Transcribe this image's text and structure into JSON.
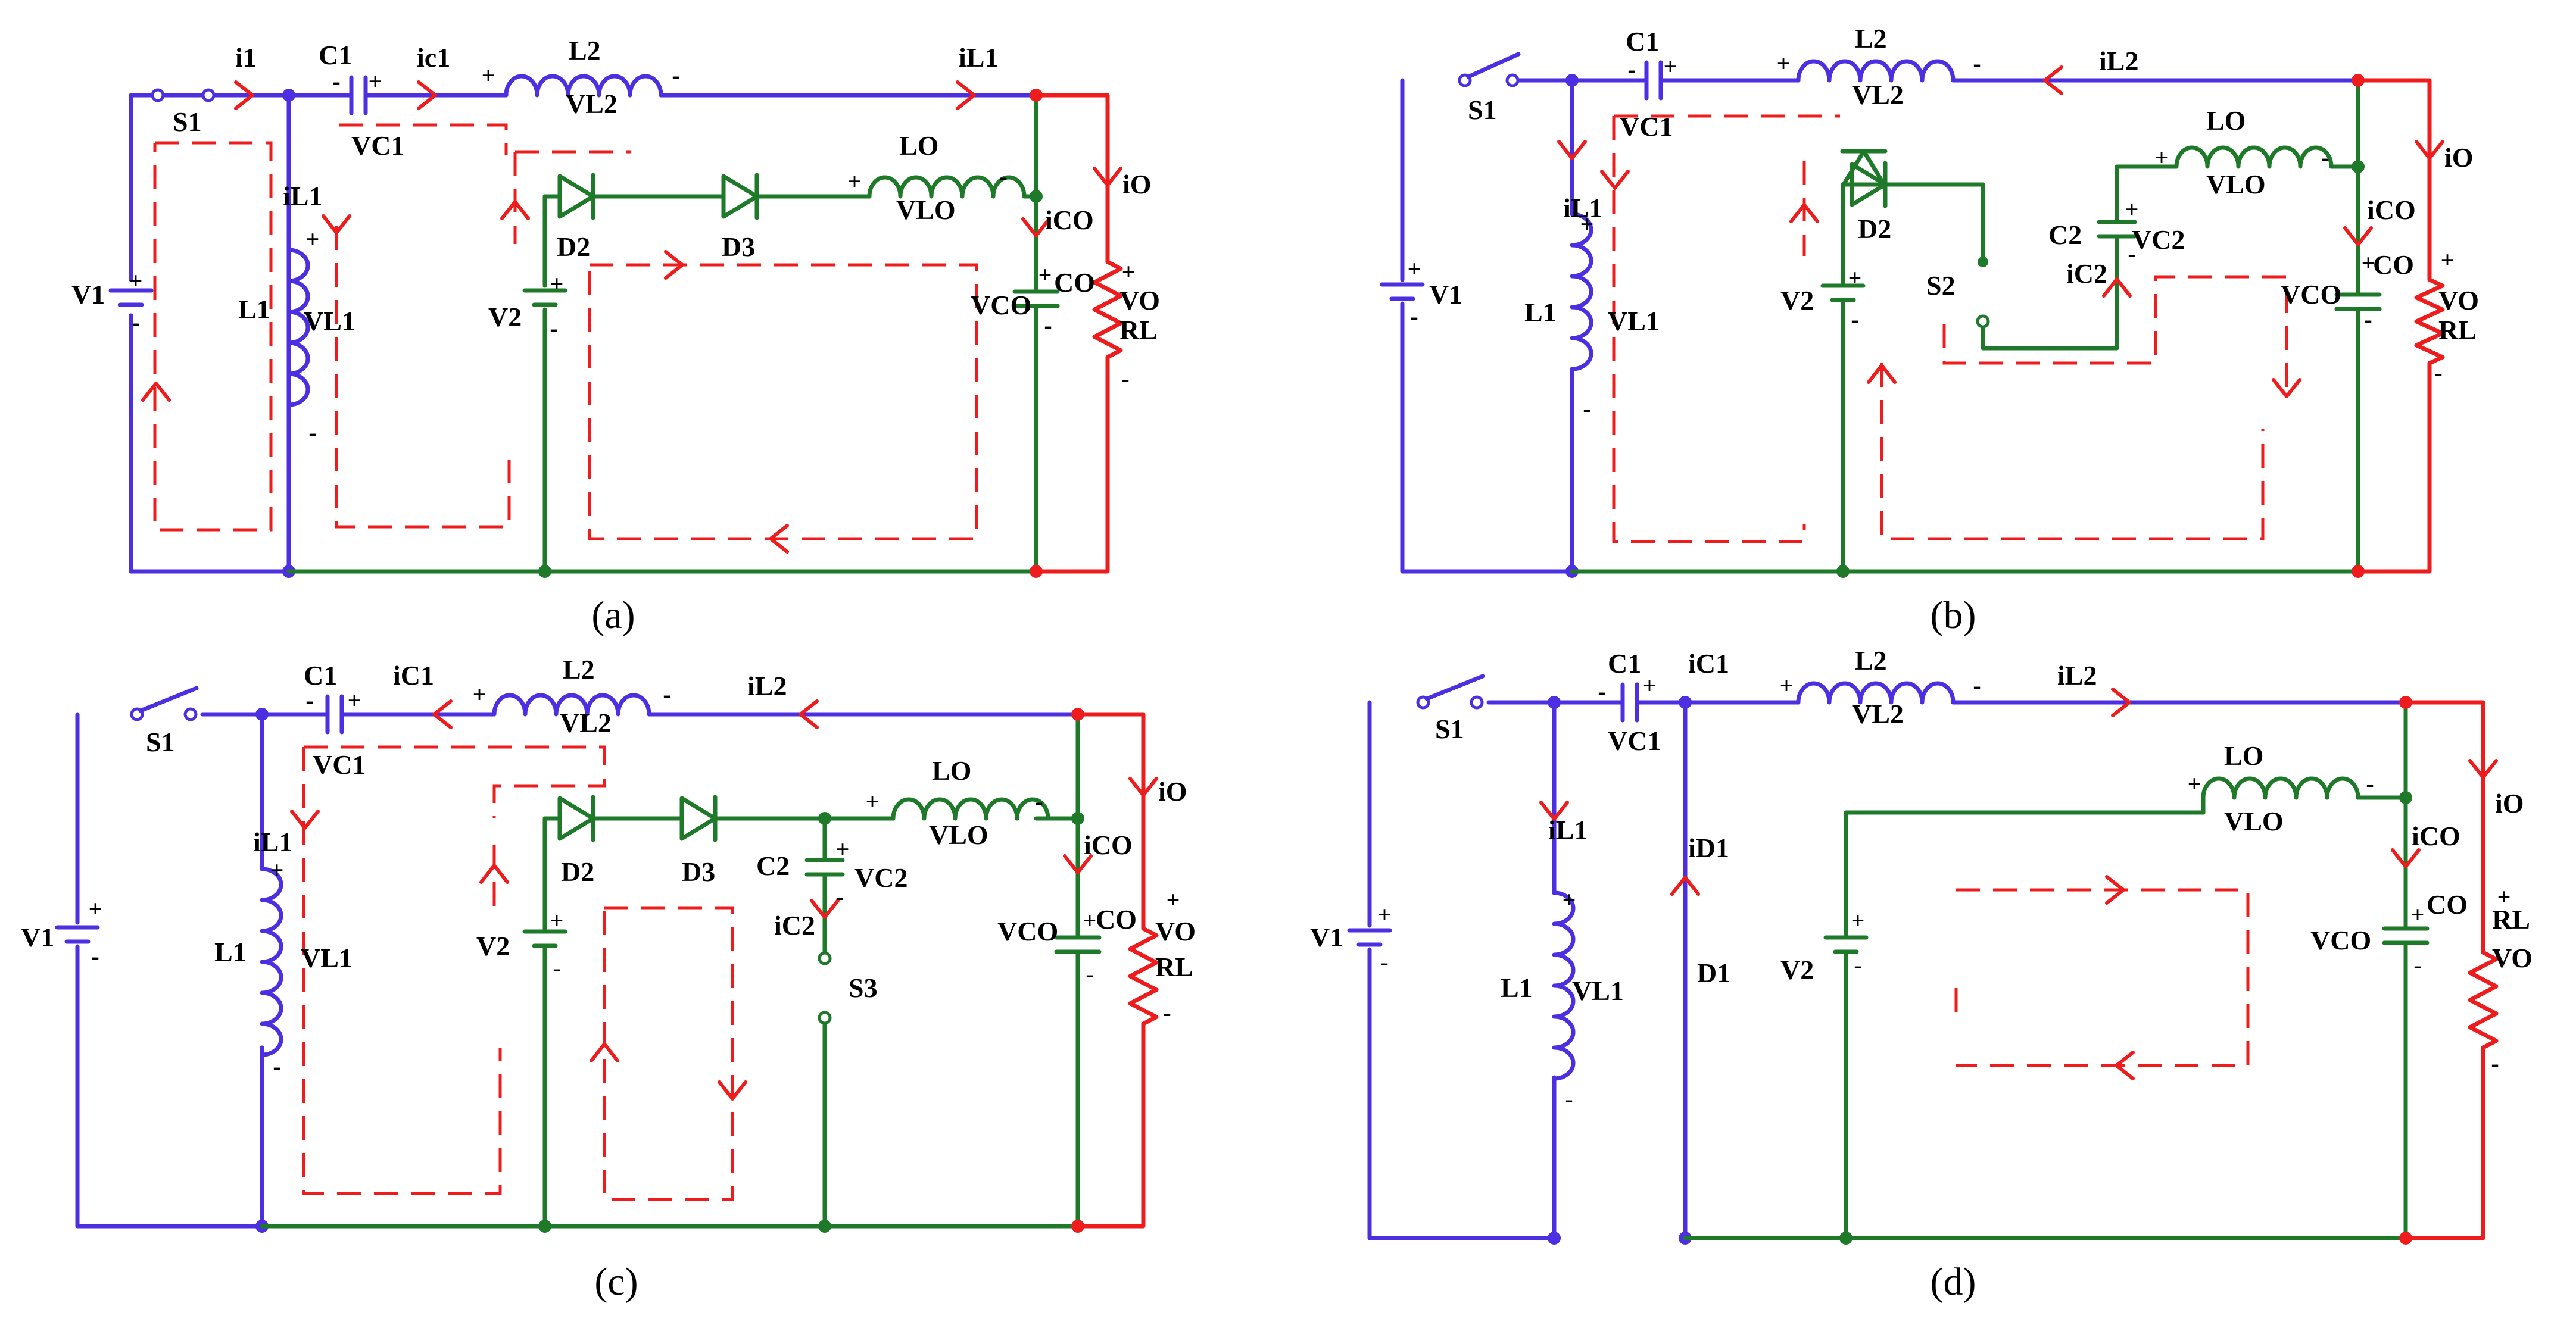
{
  "colors": {
    "blue": "#4b2fe0",
    "green": "#1e7a28",
    "red": "#ee1c1c",
    "loop": "#ee1c1c",
    "text": "#000000"
  },
  "panels": [
    {
      "id": "a",
      "caption": "(a)",
      "labels": {
        "i1": "i1",
        "c1": "C1",
        "ic1": "ic1",
        "l2": "L2",
        "vl2": "VL2",
        "il1top": "iL1",
        "s1": "S1",
        "vc1": "VC1",
        "il1": "iL1",
        "v1": "V1",
        "l1": "L1",
        "vl1": "VL1",
        "d2": "D2",
        "d3": "D3",
        "lo": "LO",
        "vlo": "VLO",
        "ico": "iCO",
        "io": "iO",
        "v2": "V2",
        "vco": "VCO",
        "co": "CO",
        "vo": "VO",
        "rl": "RL"
      }
    },
    {
      "id": "b",
      "caption": "(b)",
      "labels": {
        "c1": "C1",
        "l2": "L2",
        "vl2": "VL2",
        "il2": "iL2",
        "s1": "S1",
        "vc1": "VC1",
        "il1": "iL1",
        "v1": "V1",
        "l1": "L1",
        "vl1": "VL1",
        "d2": "D2",
        "v2": "V2",
        "s2": "S2",
        "c2": "C2",
        "vc2": "VC2",
        "ic2": "iC2",
        "lo": "LO",
        "vlo": "VLO",
        "ico": "iCO",
        "io": "iO",
        "vco": "VCO",
        "co": "CO",
        "vo": "VO",
        "rl": "RL"
      }
    },
    {
      "id": "c",
      "caption": "(c)",
      "labels": {
        "c1": "C1",
        "ic1": "iC1",
        "l2": "L2",
        "vl2": "VL2",
        "il2": "iL2",
        "s1": "S1",
        "vc1": "VC1",
        "il1": "iL1",
        "v1": "V1",
        "l1": "L1",
        "vl1": "VL1",
        "d2": "D2",
        "d3": "D3",
        "v2": "V2",
        "c2": "C2",
        "vc2": "VC2",
        "ic2": "iC2",
        "s3": "S3",
        "lo": "LO",
        "vlo": "VLO",
        "ico": "iCO",
        "io": "iO",
        "vco": "VCO",
        "co": "CO",
        "vo": "VO",
        "rl": "RL"
      }
    },
    {
      "id": "d",
      "caption": "(d)",
      "labels": {
        "c1": "C1",
        "ic1": "iC1",
        "l2": "L2",
        "vl2": "VL2",
        "il2": "iL2",
        "s1": "S1",
        "vc1": "VC1",
        "il1": "iL1",
        "id1": "iD1",
        "d1": "D1",
        "v1": "V1",
        "l1": "L1",
        "vl1": "VL1",
        "v2": "V2",
        "lo": "LO",
        "vlo": "VLO",
        "ico": "iCO",
        "io": "iO",
        "vco": "VCO",
        "co": "CO",
        "rl": "RL",
        "vo": "VO"
      }
    }
  ]
}
